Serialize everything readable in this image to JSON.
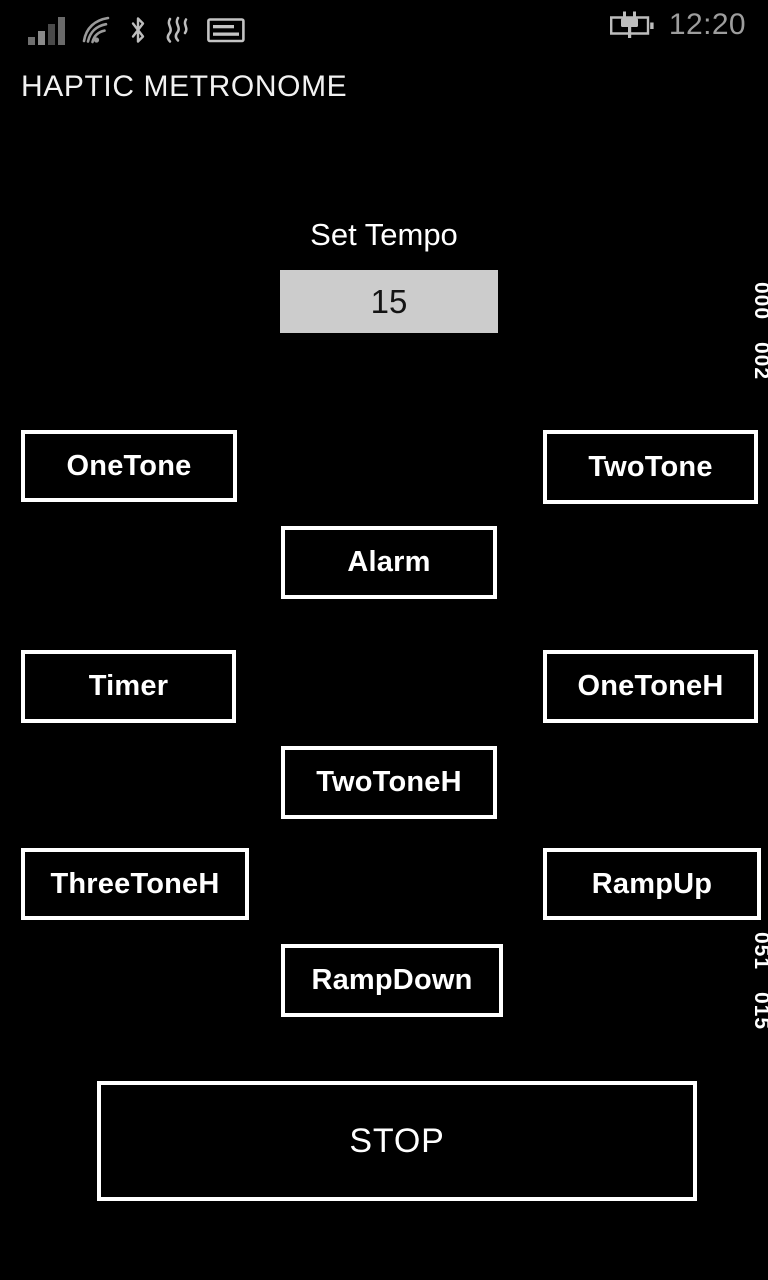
{
  "status_bar": {
    "icons": [
      {
        "name": "cellular-signal-icon",
        "label": "signal"
      },
      {
        "name": "wifi-icon",
        "label": "wifi"
      },
      {
        "name": "bluetooth-icon",
        "label": "bluetooth"
      },
      {
        "name": "vibration-icon",
        "label": "vibrate"
      },
      {
        "name": "sim-card-icon",
        "label": "sim"
      }
    ],
    "battery_icon": "battery-charging-icon",
    "clock": "12:20",
    "text_color": "#9d9d9d"
  },
  "app": {
    "title": "HAPTIC METRONOME",
    "background": "#000000",
    "foreground": "#ffffff"
  },
  "tempo": {
    "label": "Set Tempo",
    "value": "15",
    "placeholder": "15",
    "field_background": "#cccccc",
    "field_text_color": "#141414"
  },
  "edge_ticks": [
    {
      "value": "000"
    },
    {
      "value": "002"
    },
    {
      "value": "051"
    },
    {
      "value": "015"
    }
  ],
  "buttons": [
    {
      "id": "onetone",
      "label": "OneTone",
      "column": "left"
    },
    {
      "id": "twotone",
      "label": "TwoTone",
      "column": "right"
    },
    {
      "id": "alarm",
      "label": "Alarm",
      "column": "center"
    },
    {
      "id": "timer",
      "label": "Timer",
      "column": "left"
    },
    {
      "id": "onetoneh",
      "label": "OneToneH",
      "column": "right"
    },
    {
      "id": "twotoneh",
      "label": "TwoToneH",
      "column": "center"
    },
    {
      "id": "threetoneh",
      "label": "ThreeToneH",
      "column": "left"
    },
    {
      "id": "rampup",
      "label": "RampUp",
      "column": "right"
    },
    {
      "id": "rampdown",
      "label": "RampDown",
      "column": "center"
    }
  ],
  "stop_button": {
    "label": "STOP"
  }
}
